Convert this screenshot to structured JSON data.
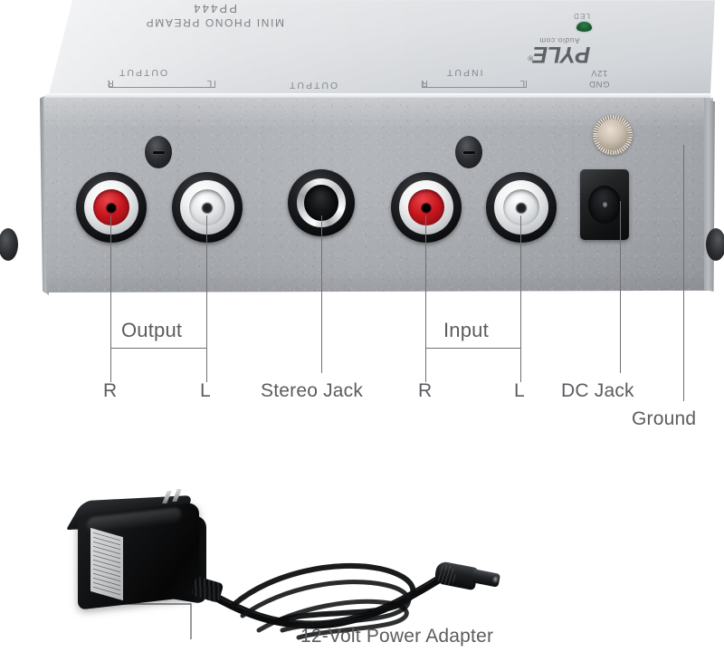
{
  "device": {
    "silkscreen": {
      "model_line1": "MINI PHONO PREAMP",
      "model_line2": "PP444",
      "output_label": "OUTPUT",
      "output_jack_label": "OUTPUT",
      "input_label": "INPUT",
      "channel_r": "R",
      "channel_l": "L",
      "power_voltage": "12V",
      "power_ground": "GND",
      "led_label": "LED"
    },
    "brand": {
      "name": "PYLE",
      "registered": "®",
      "subtitle": "Audio.com"
    },
    "connectors": [
      {
        "name": "output-rca-right",
        "type": "rca",
        "color": "red"
      },
      {
        "name": "output-rca-left",
        "type": "rca",
        "color": "white"
      },
      {
        "name": "stereo-jack",
        "type": "stereo"
      },
      {
        "name": "input-rca-right",
        "type": "rca",
        "color": "red"
      },
      {
        "name": "input-rca-left",
        "type": "rca",
        "color": "white"
      },
      {
        "name": "dc-jack",
        "type": "barrel"
      },
      {
        "name": "ground-post",
        "type": "binding-post"
      }
    ]
  },
  "callouts": {
    "groups": [
      {
        "label": "Output"
      },
      {
        "label": "Input"
      }
    ],
    "items": [
      {
        "label": "R"
      },
      {
        "label": "L"
      },
      {
        "label": "Stereo Jack"
      },
      {
        "label": "R"
      },
      {
        "label": "L"
      },
      {
        "label": "DC Jack"
      },
      {
        "label": "Ground"
      }
    ]
  },
  "accessory": {
    "label": "12-Volt Power Adapter"
  },
  "colors": {
    "line": "#6e7073",
    "text": "#5a5c5f",
    "chassis": "#b0b3b8",
    "rca_red": "#c8171f",
    "rca_white": "#e6e8ea",
    "led_green": "#1d6236"
  }
}
